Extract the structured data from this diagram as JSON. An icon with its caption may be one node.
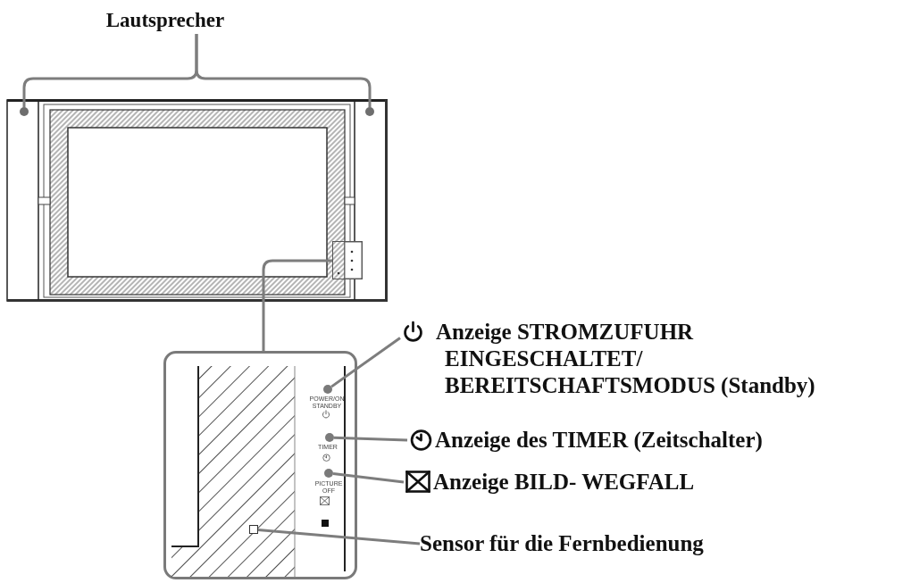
{
  "diagram": {
    "nodes": [
      {
        "text": [
          "Lautsprecher"
        ]
      },
      {
        "text": [],
        "shape": "circle"
      },
      {
        "text": [],
        "shape": "circle"
      },
      {
        "text": [],
        "shape": "box"
      },
      {
        "text": [],
        "shape": "box"
      },
      {
        "text": [],
        "shape": "circle",
        "in": 4,
        "beside": [
          "POWER/ON STANDBY"
        ]
      },
      {
        "text": [],
        "shape": "circle",
        "in": 4,
        "beside": [
          "TIMER"
        ]
      },
      {
        "text": [],
        "shape": "circle",
        "in": 4,
        "beside": [
          "PICTURE OFF"
        ]
      },
      {
        "text": [],
        "shape": "box",
        "in": 4
      },
      {
        "text": [
          "Anzeige STROMZUFUHR EINGESCHALTET/ BEREITSCHAFTSMODUS (Standby)"
        ]
      },
      {
        "text": [
          "Anzeige des TIMER (Zeitschalter)"
        ]
      },
      {
        "text": [
          "Anzeige BILD- WEGFALL"
        ]
      },
      {
        "text": [
          "Sensor für die Fernbedienung"
        ]
      }
    ],
    "edges": [
      {
        "from": 0,
        "to": 1,
        "arrow": "none"
      },
      {
        "from": 0,
        "to": 2,
        "arrow": "none"
      },
      {
        "from": 3,
        "to": 4,
        "arrow": "none"
      },
      {
        "from": 9,
        "to": 5,
        "arrow": "none"
      },
      {
        "from": 10,
        "to": 6,
        "arrow": "none"
      },
      {
        "from": 11,
        "to": 7,
        "arrow": "none"
      },
      {
        "from": 12,
        "to": 8,
        "arrow": "none"
      }
    ]
  }
}
